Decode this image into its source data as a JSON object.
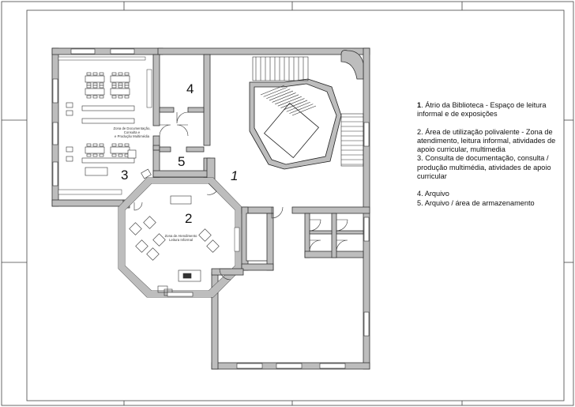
{
  "room_numbers": {
    "r1": "1",
    "r2": "2",
    "r3": "3",
    "r4": "4",
    "r5": "5"
  },
  "plan_labels": {
    "documentation_zone_line1": "Zona de Documentação,",
    "documentation_zone_line2": "Consulta e",
    "documentation_zone_line3": "e Produção Multimédia",
    "service_zone_line1": "Zona de Atendimento",
    "service_zone_line2": "Leitura Informal"
  },
  "legend": {
    "item1_num": "1",
    "item1_text": ". Átrio da Biblioteca - Espaço de leitura informal e de exposições",
    "item2": "2. Área de utilização polivalente - Zona de atendimento, leitura informal, atividades de apoio curricular, multimedia",
    "item3": "3. Consulta de documentação, consulta / produção multimédia, atividades de apoio curricular",
    "item4": "4. Arquivo",
    "item5": "5. Arquivo / área de armazenamento"
  },
  "colors": {
    "wall_fill": "#bdbdbd",
    "wall_stroke": "#333333",
    "line": "#222222"
  }
}
